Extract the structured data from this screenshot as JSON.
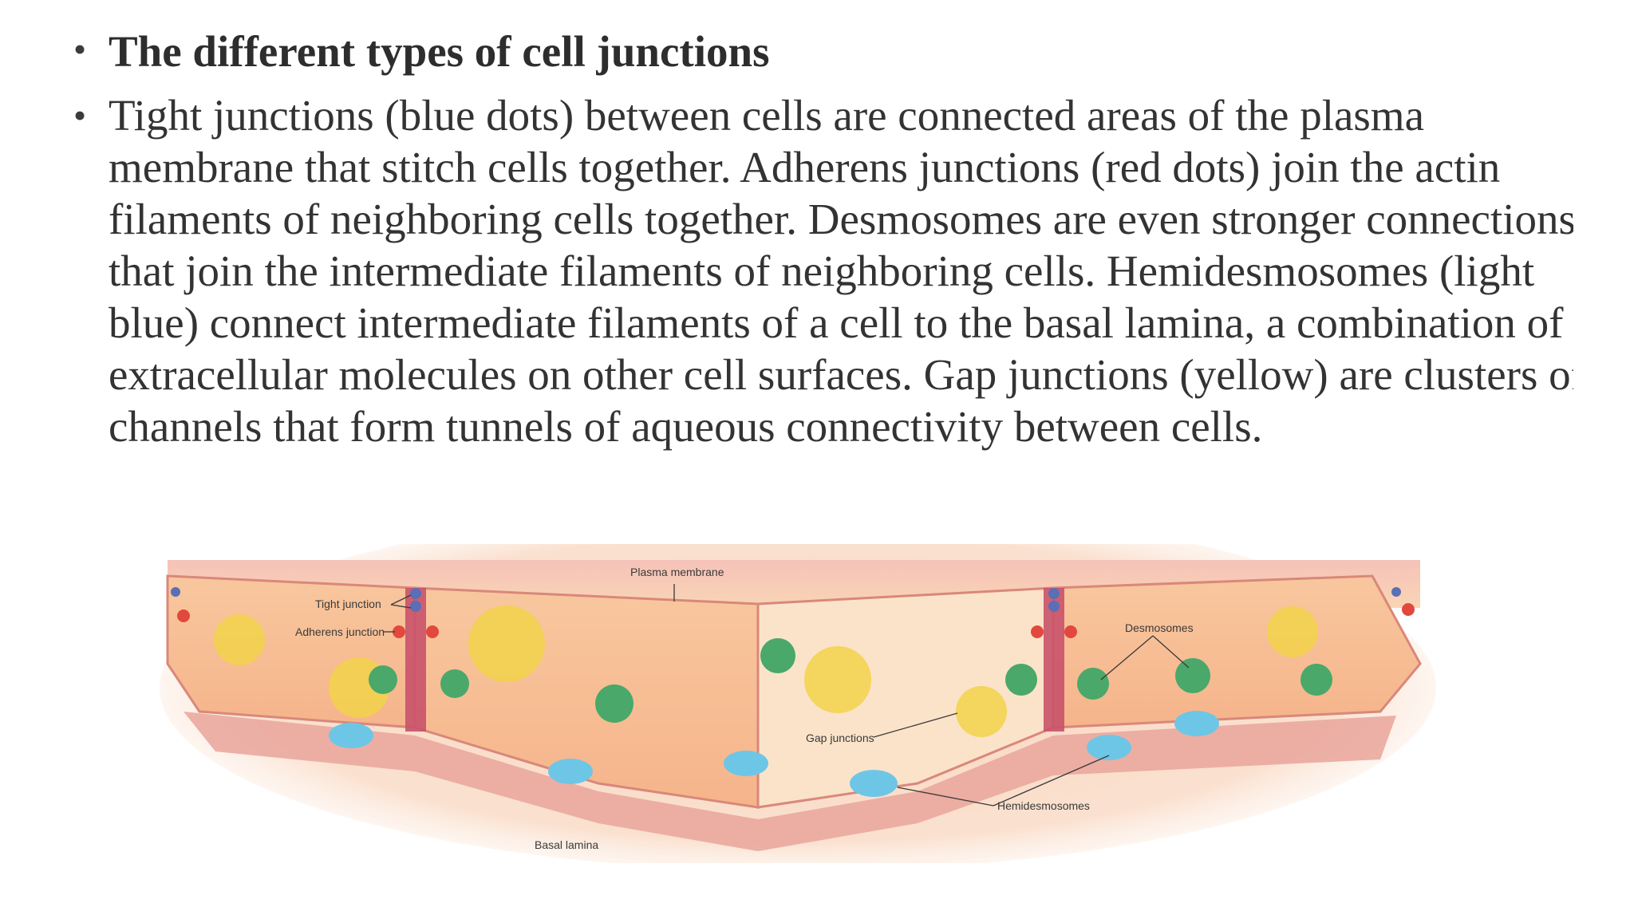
{
  "slide": {
    "title": "The different types of cell junctions",
    "body": "Tight junctions (blue dots) between cells are connected areas of the plasma membrane that stitch cells together. Adherens junctions (red dots) join the actin filaments of neighboring cells together. Desmosomes are even stronger connections that join the intermediate filaments of neighboring cells. Hemidesmosomes (light blue) connect intermediate filaments of a cell to the basal lamina, a combination of extracellular molecules on other cell surfaces. Gap junctions (yellow) are clusters of channels that form tunnels of aqueous connectivity between cells."
  },
  "figure": {
    "labels": {
      "tight_junction": "Tight junction",
      "adherens_junction": "Adherens junction",
      "plasma_membrane": "Plasma membrane",
      "desmosomes": "Desmosomes",
      "gap_junctions": "Gap junctions",
      "basal_lamina": "Basal lamina",
      "hemidesmosomes": "Hemidesmosomes"
    },
    "colors": {
      "cytoplasm": "#f7c79a",
      "membrane": "#e07a72",
      "tight_junction": "#5a6fb5",
      "adherens_junction": "#e2483d",
      "gap_junction": "#f2d24a",
      "desmosome": "#49a86a",
      "hemidesmosome": "#6ec6e6"
    }
  }
}
